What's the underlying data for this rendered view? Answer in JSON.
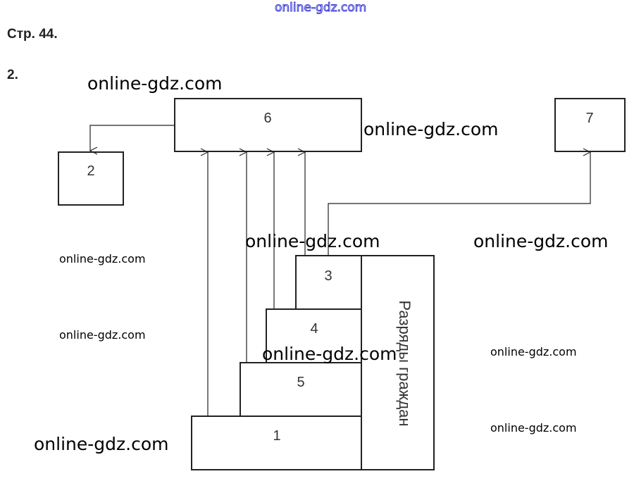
{
  "header": {
    "page_label": "Стр. 44.",
    "task_number": "2."
  },
  "diagram": {
    "boxes": {
      "b1": "1",
      "b2": "2",
      "b3": "3",
      "b4": "4",
      "b5": "5",
      "b6": "6",
      "b7": "7"
    },
    "side_label": "Разряды граждан"
  },
  "watermarks": {
    "top": "online-gdz.com",
    "w1": "online-gdz.com",
    "w2": "online-gdz.com",
    "w3": "online-gdz.com",
    "w4": "online-gdz.com",
    "w5": "online-gdz.com",
    "w6": "online-gdz.com",
    "w7": "online-gdz.com",
    "w8": "online-gdz.com",
    "w9": "online-gdz.com",
    "w10": "online-gdz.com"
  }
}
